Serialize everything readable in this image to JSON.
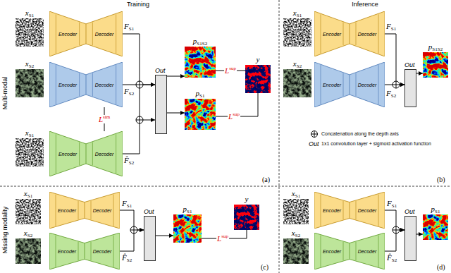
{
  "diagram": {
    "nodes": [
      {
        "text": [
          "xS1"
        ]
      },
      {
        "text": [
          "Encoder"
        ]
      },
      {
        "text": [
          "Decoder"
        ]
      },
      {
        "text": [
          "xS2"
        ]
      },
      {
        "text": [
          "Encoder"
        ]
      },
      {
        "text": [
          "Decoder"
        ]
      },
      {
        "text": [
          "xS1"
        ]
      },
      {
        "text": [
          "Encoder"
        ]
      },
      {
        "text": [
          "Decoder"
        ]
      },
      {
        "text": [
          "Out"
        ]
      },
      {
        "text": [
          "pS1S2"
        ]
      },
      {
        "text": [
          "pS1"
        ]
      },
      {
        "text": [
          "y"
        ]
      },
      {
        "text": [
          "xS1"
        ]
      },
      {
        "text": [
          "Encoder"
        ]
      },
      {
        "text": [
          "Decoder"
        ]
      },
      {
        "text": [
          "xS2"
        ]
      },
      {
        "text": [
          "Encoder"
        ]
      },
      {
        "text": [
          "Decoder"
        ]
      },
      {
        "text": [
          "Out"
        ]
      },
      {
        "text": [
          "pS1S2"
        ]
      },
      {
        "text": [
          "xS1"
        ]
      },
      {
        "text": [
          "Encoder"
        ]
      },
      {
        "text": [
          "Decoder"
        ]
      },
      {
        "text": [
          "xS2"
        ]
      },
      {
        "text": [
          "Encoder"
        ]
      },
      {
        "text": [
          "Decoder"
        ]
      },
      {
        "text": [
          "Out"
        ]
      },
      {
        "text": [
          "pS1"
        ]
      },
      {
        "text": [
          "y"
        ]
      },
      {
        "text": [
          "xS1"
        ]
      },
      {
        "text": [
          "Encoder"
        ]
      },
      {
        "text": [
          "Decoder"
        ]
      },
      {
        "text": [
          "xS2"
        ]
      },
      {
        "text": [
          "Encoder"
        ]
      },
      {
        "text": [
          "Decoder"
        ]
      },
      {
        "text": [
          "Out"
        ]
      },
      {
        "text": [
          "pS1"
        ]
      }
    ],
    "edges": [
      {
        "from": 2,
        "to": 9,
        "arrow": "to"
      },
      {
        "from": 5,
        "to": 9,
        "arrow": "to"
      },
      {
        "from": 8,
        "to": 9,
        "arrow": "to"
      },
      {
        "from": 5,
        "to": 8,
        "label": "Lsim",
        "arrow": "none"
      },
      {
        "from": 9,
        "to": 10,
        "arrow": "to"
      },
      {
        "from": 9,
        "to": 11,
        "arrow": "to"
      },
      {
        "from": 10,
        "to": 12,
        "label": "Lsup",
        "arrow": "none"
      },
      {
        "from": 11,
        "to": 12,
        "label": "Lsup",
        "arrow": "none"
      },
      {
        "from": 15,
        "to": 19,
        "arrow": "to"
      },
      {
        "from": 18,
        "to": 19,
        "arrow": "to"
      },
      {
        "from": 19,
        "to": 20,
        "arrow": "to"
      },
      {
        "from": 23,
        "to": 27,
        "arrow": "to"
      },
      {
        "from": 26,
        "to": 27,
        "arrow": "to"
      },
      {
        "from": 27,
        "to": 28,
        "arrow": "to"
      },
      {
        "from": 28,
        "to": 29,
        "label": "Lsup",
        "arrow": "none"
      },
      {
        "from": 32,
        "to": 36,
        "arrow": "to"
      },
      {
        "from": 35,
        "to": 36,
        "arrow": "to"
      },
      {
        "from": 36,
        "to": 37,
        "arrow": "to"
      }
    ],
    "labels": [
      "Training",
      "Inference",
      "Multi-modal",
      "Missing modality",
      "FS1",
      "FS2",
      "F̂S2",
      "(a)",
      "FS1",
      "FS2",
      "Out",
      "(b)",
      "FS1",
      "F̂S2",
      "(c)",
      "FS1",
      "F̂S2",
      "(d)"
    ],
    "legend": [
      {
        "text": "Concatenation along the depth axis"
      },
      {
        "text": "1x1 convolution layer + sigmoid activation function"
      }
    ]
  }
}
